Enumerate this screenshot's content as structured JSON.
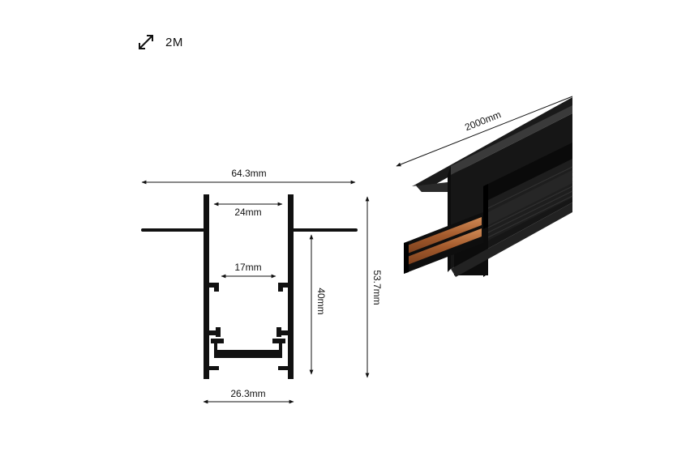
{
  "header": {
    "length_label": "2M",
    "icon": "diagonal-double-arrow-icon"
  },
  "cross_section": {
    "overall_width": "64.3mm",
    "inner_width": "24mm",
    "slot_width": "17mm",
    "base_width": "26.3mm",
    "body_height": "40mm",
    "overall_height": "53.7mm"
  },
  "product_view": {
    "length": "2000mm"
  },
  "colors": {
    "profile": "#111111",
    "conductor": "#b0683a"
  }
}
